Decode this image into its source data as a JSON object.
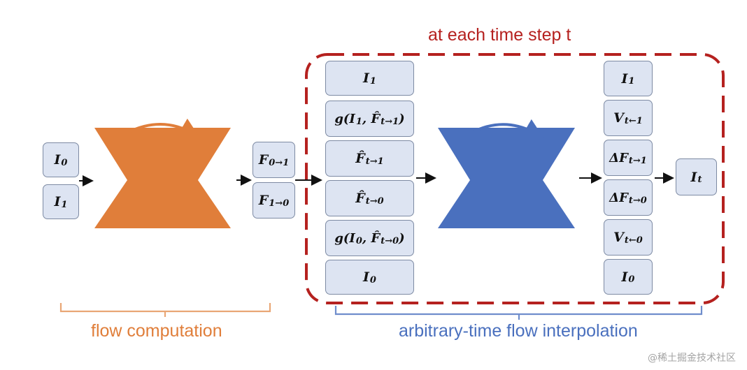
{
  "title": "at each time step t",
  "captions": {
    "flow_computation": "flow computation",
    "interpolation": "arbitrary-time flow interpolation"
  },
  "colors": {
    "orange": "#e07e3a",
    "blue": "#4a70be",
    "red": "#b5211f",
    "box_fill": "#dde4f2",
    "box_border": "#7d8aa3"
  },
  "inputs": [
    {
      "base": "I",
      "sub": "0"
    },
    {
      "base": "I",
      "sub": "1"
    }
  ],
  "flows": [
    {
      "base": "F",
      "sub": "0→1"
    },
    {
      "base": "F",
      "sub": "1→0"
    }
  ],
  "interp_inputs": [
    {
      "base": "I",
      "sub": "1"
    },
    {
      "base": "g(I",
      "sub": "1",
      "tail": ", F̂",
      "sub2": "t→1",
      "close": ")"
    },
    {
      "base": "F̂",
      "sub": "t→1"
    },
    {
      "base": "F̂",
      "sub": "t→0"
    },
    {
      "base": "g(I",
      "sub": "0",
      "tail": ", F̂",
      "sub2": "t→0",
      "close": ")"
    },
    {
      "base": "I",
      "sub": "0"
    }
  ],
  "interp_outputs": [
    {
      "base": "I",
      "sub": "1"
    },
    {
      "base": "V",
      "sub": "t←1"
    },
    {
      "base": "ΔF",
      "sub": "t→1"
    },
    {
      "base": "ΔF",
      "sub": "t→0"
    },
    {
      "base": "V",
      "sub": "t←0"
    },
    {
      "base": "I",
      "sub": "0"
    }
  ],
  "result": {
    "base": "I",
    "sub": "t"
  },
  "watermark": "@稀土掘金技术社区"
}
